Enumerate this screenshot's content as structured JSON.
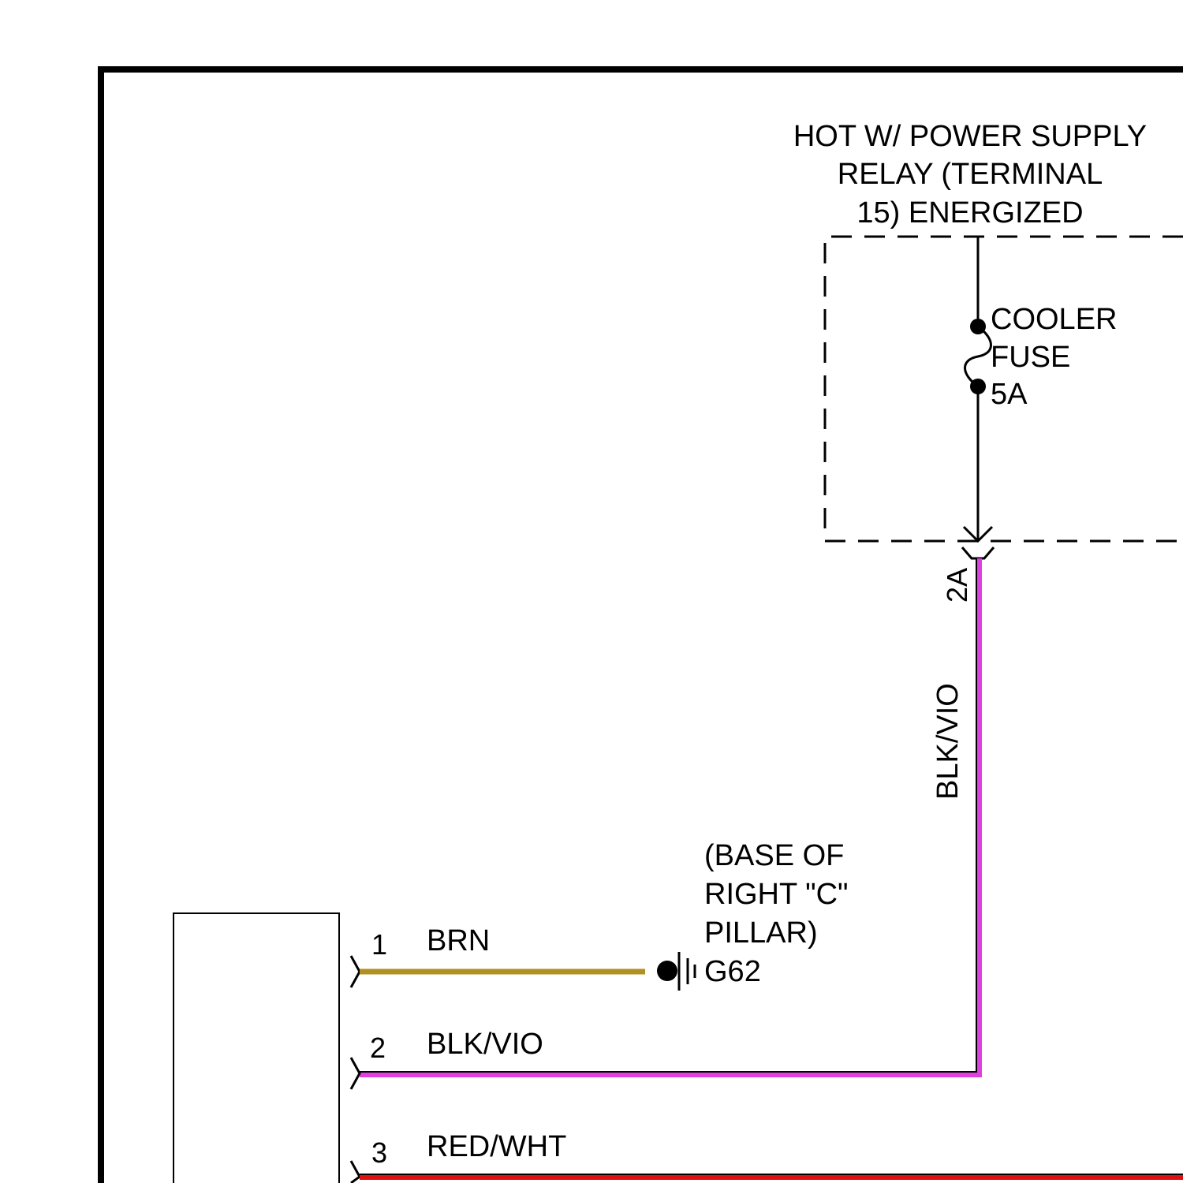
{
  "power_supply": {
    "label_lines": [
      "HOT W/ POWER SUPPLY",
      "RELAY (TERMINAL",
      "15) ENERGIZED"
    ]
  },
  "fuse": {
    "label_lines": [
      "COOLER",
      "FUSE",
      "5A"
    ]
  },
  "connector": {
    "label": "2A"
  },
  "vertical_wire": {
    "label": "BLK/VIO",
    "color": "#e040e0"
  },
  "ground": {
    "location_lines": [
      "(BASE OF",
      "RIGHT \"C\"",
      "PILLAR)"
    ],
    "id": "G62"
  },
  "wires": [
    {
      "pin": "1",
      "color_code": "BRN",
      "color": "#b09020"
    },
    {
      "pin": "2",
      "color_code": "BLK/VIO",
      "color": "#e040e0"
    },
    {
      "pin": "3",
      "color_code": "RED/WHT",
      "color": "#e01010"
    }
  ]
}
